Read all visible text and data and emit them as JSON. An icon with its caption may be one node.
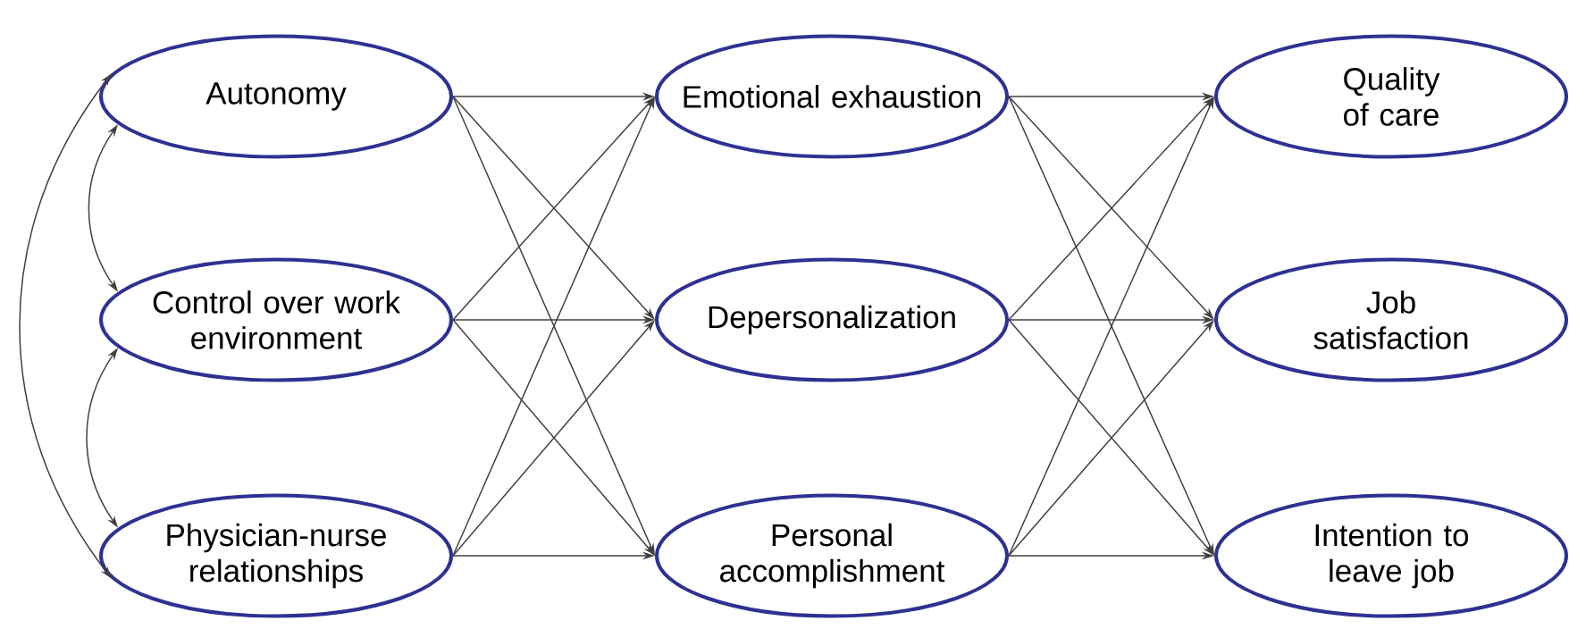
{
  "diagram": {
    "nodes": [
      {
        "text": [
          "Autonomy"
        ]
      },
      {
        "text": [
          "Control over work environment"
        ]
      },
      {
        "text": [
          "Physician-nurse relationships"
        ]
      },
      {
        "text": [
          "Emotional exhaustion"
        ]
      },
      {
        "text": [
          "Depersonalization"
        ]
      },
      {
        "text": [
          "Personal accomplishment"
        ]
      },
      {
        "text": [
          "Quality of care"
        ]
      },
      {
        "text": [
          "Job satisfaction"
        ]
      },
      {
        "text": [
          "Intention to leave job"
        ]
      }
    ],
    "edges": [
      {
        "from": 0,
        "to": 3,
        "arrow": "to"
      },
      {
        "from": 0,
        "to": 4,
        "arrow": "to"
      },
      {
        "from": 0,
        "to": 5,
        "arrow": "to"
      },
      {
        "from": 1,
        "to": 3,
        "arrow": "to"
      },
      {
        "from": 1,
        "to": 4,
        "arrow": "to"
      },
      {
        "from": 1,
        "to": 5,
        "arrow": "to"
      },
      {
        "from": 2,
        "to": 3,
        "arrow": "to"
      },
      {
        "from": 2,
        "to": 4,
        "arrow": "to"
      },
      {
        "from": 2,
        "to": 5,
        "arrow": "to"
      },
      {
        "from": 3,
        "to": 6,
        "arrow": "to"
      },
      {
        "from": 3,
        "to": 7,
        "arrow": "to"
      },
      {
        "from": 3,
        "to": 8,
        "arrow": "to"
      },
      {
        "from": 4,
        "to": 6,
        "arrow": "to"
      },
      {
        "from": 4,
        "to": 7,
        "arrow": "to"
      },
      {
        "from": 4,
        "to": 8,
        "arrow": "to"
      },
      {
        "from": 5,
        "to": 6,
        "arrow": "to"
      },
      {
        "from": 5,
        "to": 7,
        "arrow": "to"
      },
      {
        "from": 5,
        "to": 8,
        "arrow": "to"
      },
      {
        "from": 0,
        "to": 1,
        "arrow": "both"
      },
      {
        "from": 1,
        "to": 2,
        "arrow": "both"
      },
      {
        "from": 0,
        "to": 2,
        "arrow": "both"
      }
    ]
  }
}
